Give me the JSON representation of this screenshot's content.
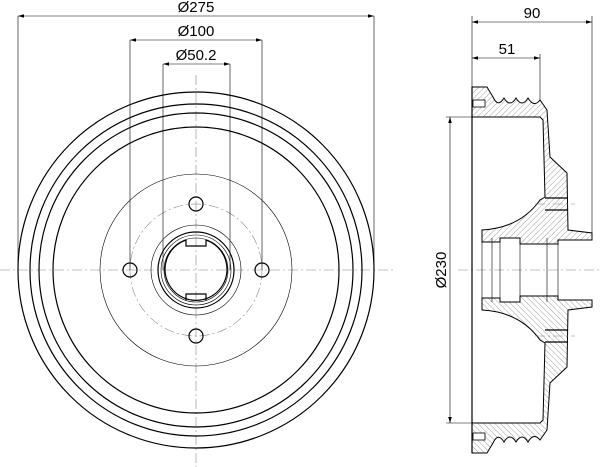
{
  "drawing": {
    "front_view": {
      "dimensions": {
        "outer_diameter": "Ø275",
        "bolt_circle_diameter": "Ø100",
        "center_bore_diameter": "Ø50.2"
      },
      "bolt_holes": 4
    },
    "side_view": {
      "dimensions": {
        "total_height": "90",
        "drum_depth": "51",
        "inner_diameter": "Ø230"
      }
    },
    "colors": {
      "line": "#000000",
      "centerline": "#888888"
    }
  }
}
